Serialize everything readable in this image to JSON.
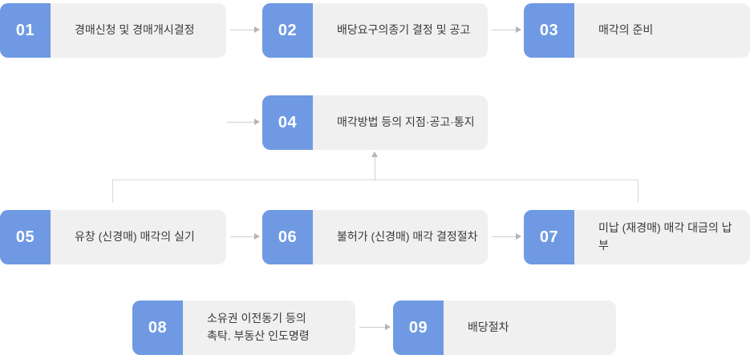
{
  "diagram": {
    "title": "auction-process-flowchart",
    "colors": {
      "badge_blue": "#6f9ae3",
      "card_gray": "#f0f0f0",
      "label_text": "#3a3a3a",
      "number_text": "#ffffff",
      "arrow_line": "#cfcfcf",
      "arrow_head": "#b5b5b5",
      "bracket_line": "#d8d8d8",
      "background": "#ffffff"
    },
    "steps": [
      {
        "num": "01",
        "label": "경매신청 및 경매개시결정"
      },
      {
        "num": "02",
        "label": "배당요구의종기 결정 및 공고"
      },
      {
        "num": "03",
        "label": "매각의 준비"
      },
      {
        "num": "04",
        "label": "매각방법 등의 지점·공고·통지"
      },
      {
        "num": "05",
        "label": "유창 (신경매) 매각의 실기"
      },
      {
        "num": "06",
        "label": "불허가 (신경매) 매각 결정절차"
      },
      {
        "num": "07",
        "label": "미납 (재경매) 매각 대금의 납부"
      },
      {
        "num": "08",
        "label": "소유권 이전동기 등의\n촉탁. 부동산 인도명령"
      },
      {
        "num": "09",
        "label": "배당절차"
      }
    ]
  }
}
